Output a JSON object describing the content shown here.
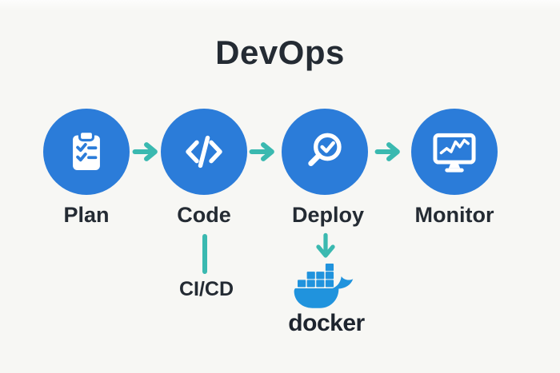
{
  "title": "DevOps",
  "pipeline": {
    "stages": [
      {
        "label": "Plan",
        "icon": "clipboard-checklist-icon"
      },
      {
        "label": "Code",
        "icon": "code-brackets-icon"
      },
      {
        "label": "Deploy",
        "icon": "magnifier-check-icon"
      },
      {
        "label": "Monitor",
        "icon": "monitor-graph-icon"
      }
    ],
    "connector_icon": "arrow-right-icon"
  },
  "annotations": {
    "cicd_label": "CI/CD",
    "docker_label": "docker",
    "docker_icon": "docker-whale-icon",
    "down_connector_icon": "arrow-down-icon"
  },
  "colors": {
    "background": "#f7f7f4",
    "stage-blue": "#2b7cd9",
    "arrow-teal": "#3ab9b0",
    "text-dark": "#242b33",
    "docker-blue": "#2093dd",
    "icon-white": "#ffffff"
  }
}
